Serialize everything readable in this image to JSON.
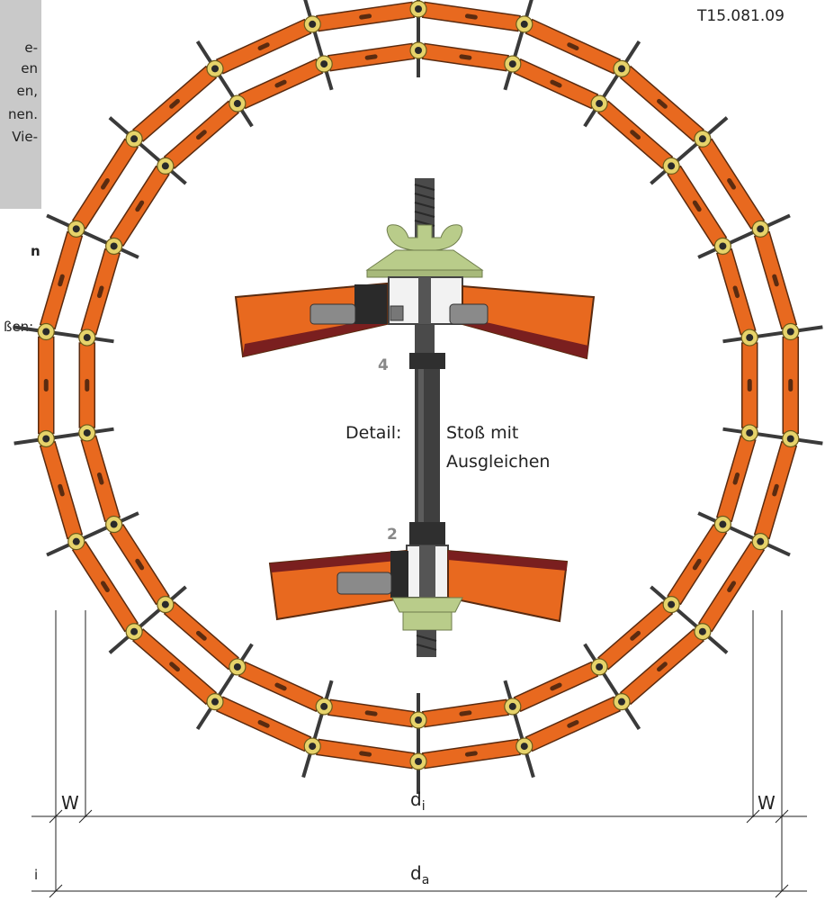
{
  "document_id": "T15.081.09",
  "sidebar_fragments": [
    "e-",
    "en",
    "en,",
    "nen.",
    "Vie-"
  ],
  "left_fragments": {
    "bold": "n",
    "plain": "ßen:",
    "last": "i"
  },
  "detail": {
    "label": "Detail:",
    "caption_line1": "Stoß mit",
    "caption_line2": "Ausgleichen",
    "part_top": "4",
    "part_bottom": "2"
  },
  "dimensions": {
    "w_left": "W",
    "w_right": "W",
    "inner_letter": "d",
    "inner_sub": "i",
    "outer_letter": "d",
    "outer_sub": "a"
  },
  "colors": {
    "beam_orange": "#e8691f",
    "beam_edge": "#5a2b10",
    "clamp_yellow": "#e6d36a",
    "rod_dark": "#3a3a3a",
    "nut_green": "#b9cc8a",
    "detail_bg": "#f2f2f2",
    "sidebar_gray": "#c9c9c9"
  }
}
